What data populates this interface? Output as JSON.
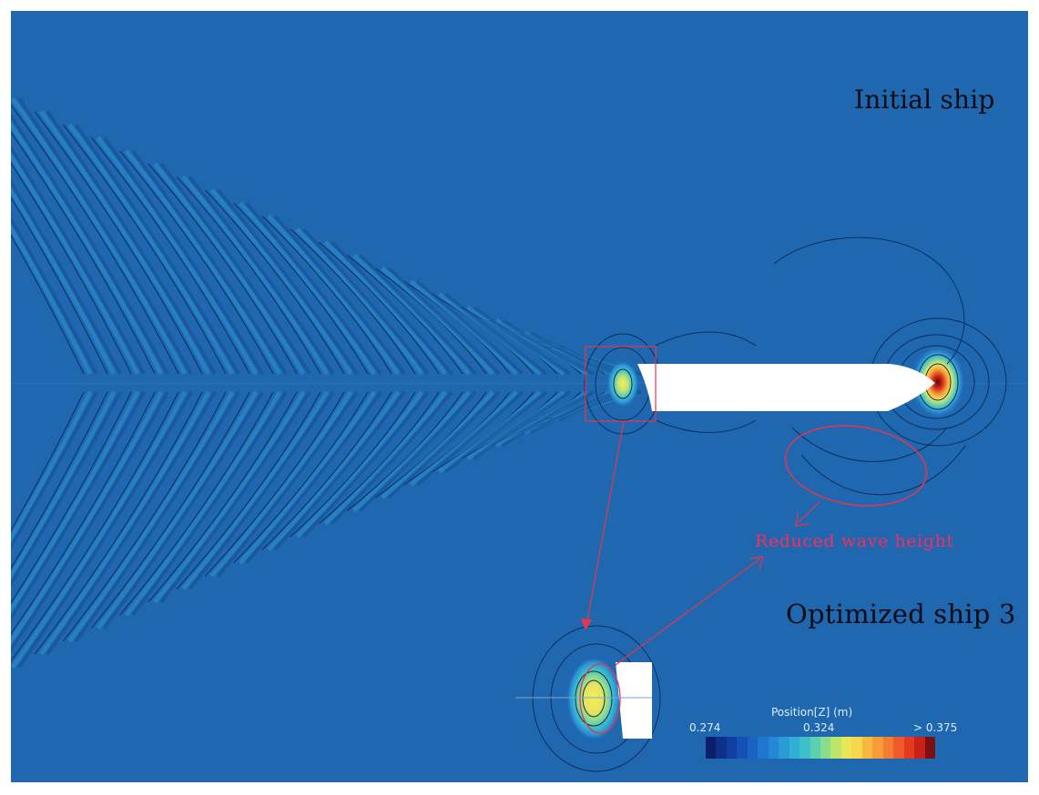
{
  "labels": {
    "top_title": "Initial ship",
    "bottom_title": "Optimized ship 3",
    "annotation": "Reduced wave height"
  },
  "legend": {
    "title": "Position[Z] (m)",
    "min": "0.274",
    "mid": "0.324",
    "max": "> 0.375",
    "colors": [
      "#0a1f6b",
      "#0e2f8a",
      "#113f9f",
      "#1550b4",
      "#1a63c4",
      "#1f76cf",
      "#2389d6",
      "#2a9bd8",
      "#33aed4",
      "#3fbfc8",
      "#5cd0b0",
      "#88dc8c",
      "#bde56a",
      "#eae65a",
      "#f6d64a",
      "#f8b840",
      "#f79a38",
      "#f47c30",
      "#ee5a28",
      "#e33a20",
      "#c9201a",
      "#7a1010"
    ]
  },
  "colors": {
    "ocean": "#1f68b0",
    "ocean_dark": "#16549c",
    "crest": "#2a8fd0",
    "highlight_red": "#ff2a5a"
  }
}
